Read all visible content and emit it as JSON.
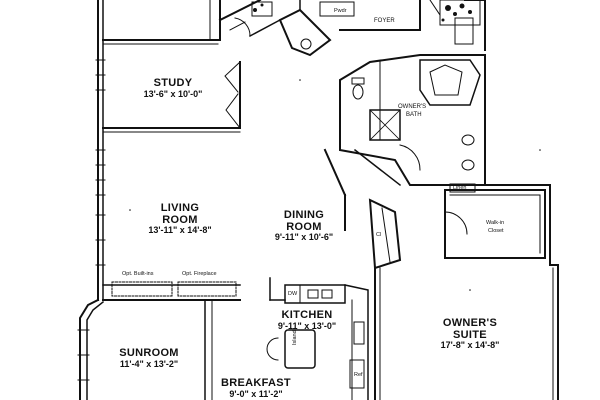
{
  "rooms": {
    "study": {
      "name": "STUDY",
      "dim": "13'-6\" x 10'-0\""
    },
    "living": {
      "name": "LIVING",
      "name2": "ROOM",
      "dim": "13'-11\" x 14'-8\""
    },
    "dining": {
      "name": "DINING",
      "name2": "ROOM",
      "dim": "9'-11\" x 10'-6\""
    },
    "kitchen": {
      "name": "KITCHEN",
      "dim": "9'-11\" x 13'-0\""
    },
    "owners_suite": {
      "name": "OWNER'S",
      "name2": "SUITE",
      "dim": "17'-8\" x 14'-8\""
    },
    "sunroom": {
      "name": "SUNROOM",
      "dim": "11'-4\" x 13'-2\""
    },
    "breakfast": {
      "name": "BREAKFAST",
      "dim": "9'-0\" x 11'-2\""
    }
  },
  "labels": {
    "foyer": "FOYER",
    "owners_bath_1": "OWNER'S",
    "owners_bath_2": "BATH",
    "walkin_1": "Walk-in",
    "walkin_2": "Closet",
    "opt_built_ins": "Opt. Built-ins",
    "opt_fireplace": "Opt. Fireplace",
    "dw": "DW",
    "island": "Island",
    "pwdr": "Pwdr",
    "linen": "Linen",
    "ref": "Ref",
    "cl": "Cl"
  }
}
